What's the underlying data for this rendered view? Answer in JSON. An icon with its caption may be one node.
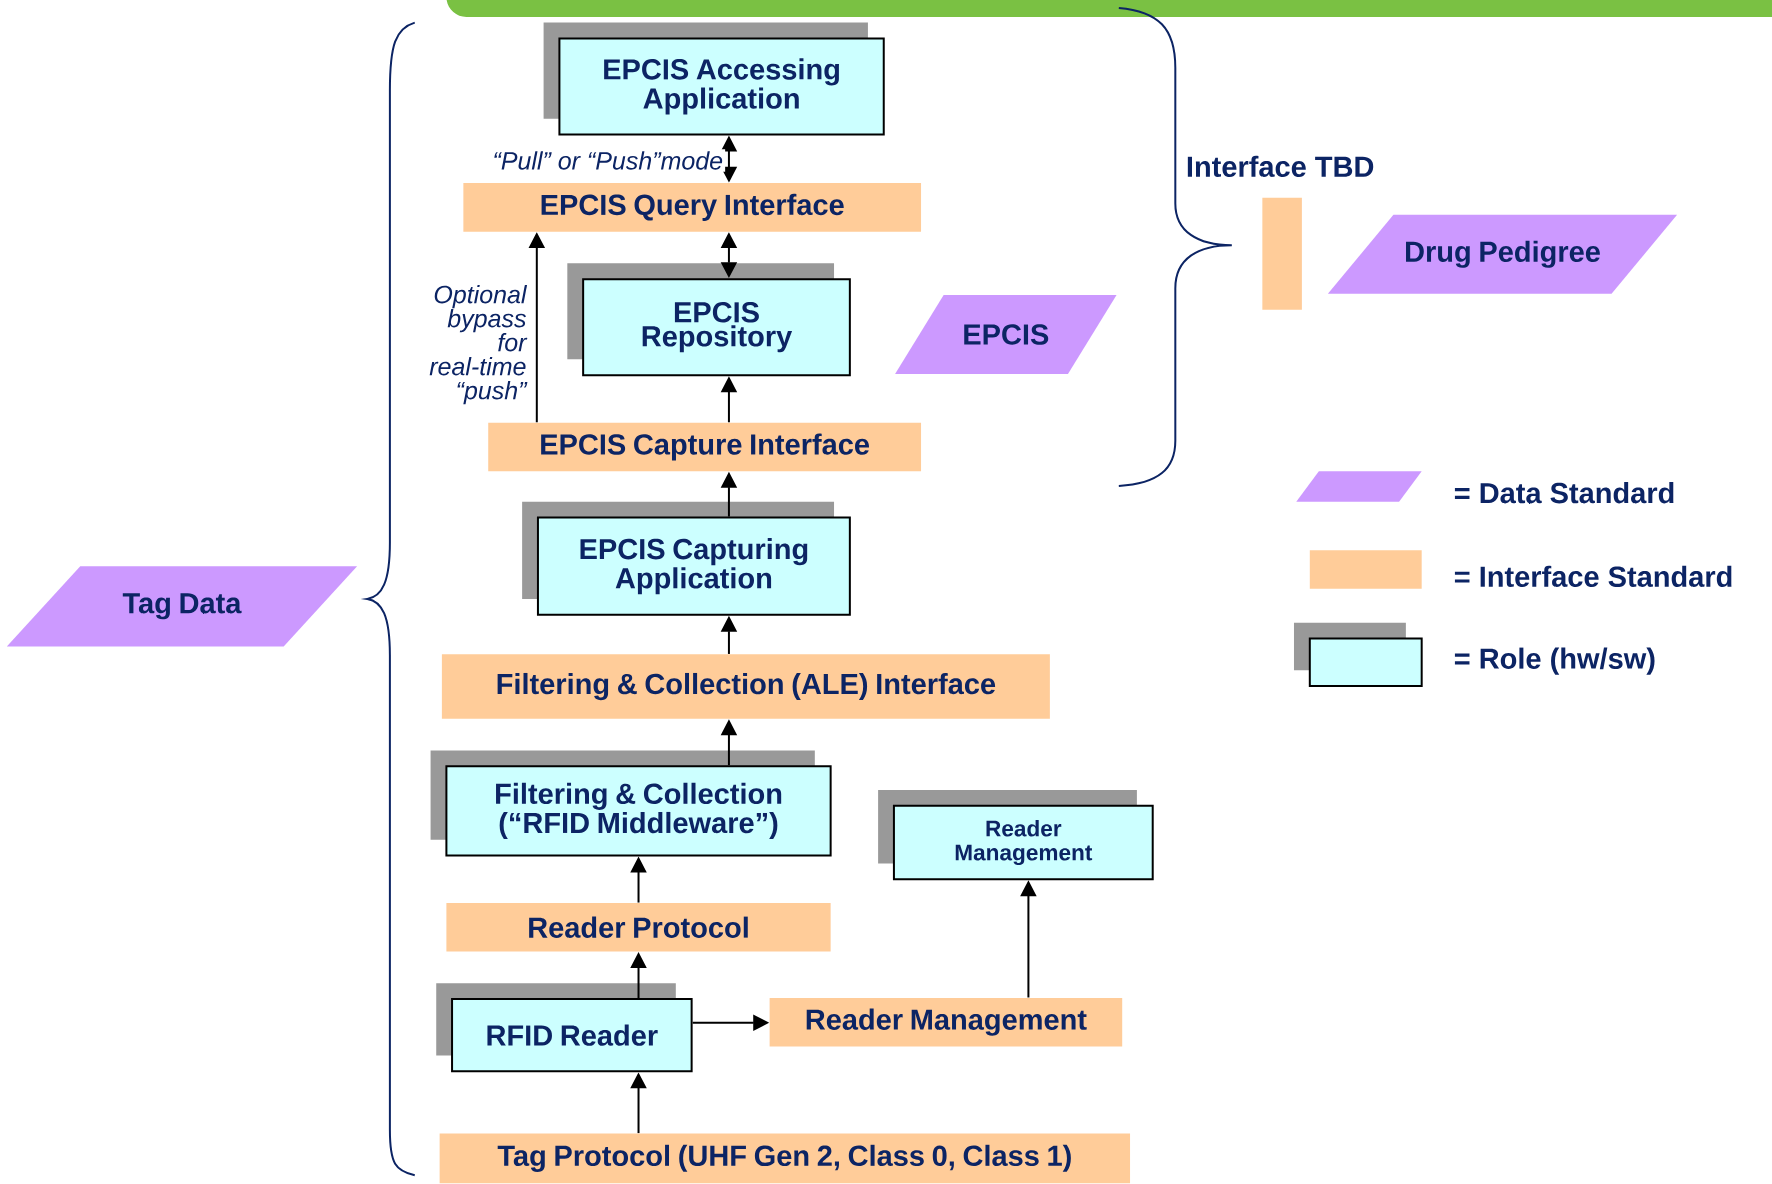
{
  "diagram": {
    "nodes": [
      {
        "text": [
          "EPCIS Accessing Application"
        ]
      },
      {
        "text": [
          "EPCIS Query Interface"
        ]
      },
      {
        "text": [
          "EPCIS Repository"
        ]
      },
      {
        "text": [
          "EPCIS"
        ]
      },
      {
        "text": [
          "EPCIS Capture Interface"
        ]
      },
      {
        "text": [
          "EPCIS Capturing Application"
        ]
      },
      {
        "text": [
          "Filtering & Collection (ALE) Interface"
        ]
      },
      {
        "text": [
          "Filtering & Collection (“RFID Middleware”)"
        ]
      },
      {
        "text": [
          "Reader Management"
        ]
      },
      {
        "text": [
          "Reader Protocol"
        ]
      },
      {
        "text": [
          "RFID Reader"
        ]
      },
      {
        "text": [
          "Reader Management"
        ]
      },
      {
        "text": [
          "Tag Protocol (UHF Gen 2, Class 0, Class 1)"
        ]
      },
      {
        "text": [
          "Tag Data"
        ]
      },
      {
        "text": [
          "Interface TBD"
        ]
      },
      {
        "text": [
          "Drug Pedigree"
        ]
      }
    ],
    "edges": [
      {
        "from": 0,
        "to": 1,
        "arrow": "both",
        "label": "“Pull” or “Push”mode"
      },
      {
        "from": 1,
        "to": 2,
        "arrow": "both"
      },
      {
        "from": 4,
        "to": 2,
        "arrow": "to"
      },
      {
        "from": 4,
        "to": 1,
        "arrow": "to",
        "label": "Optional bypass for real-time “push”"
      },
      {
        "from": 5,
        "to": 4,
        "arrow": "to"
      },
      {
        "from": 6,
        "to": 5,
        "arrow": "to"
      },
      {
        "from": 7,
        "to": 6,
        "arrow": "to"
      },
      {
        "from": 9,
        "to": 7,
        "arrow": "to"
      },
      {
        "from": 10,
        "to": 9,
        "arrow": "to"
      },
      {
        "from": 12,
        "to": 10,
        "arrow": "to"
      },
      {
        "from": 10,
        "to": 11,
        "arrow": "to"
      },
      {
        "from": 11,
        "to": 8,
        "arrow": "to"
      }
    ],
    "legend": [
      {
        "text": "= Data Standard",
        "color": "#cc99ff"
      },
      {
        "text": "= Interface Standard",
        "color": "#ffcc99"
      },
      {
        "text": "= Role (hw/sw)"
      }
    ]
  }
}
